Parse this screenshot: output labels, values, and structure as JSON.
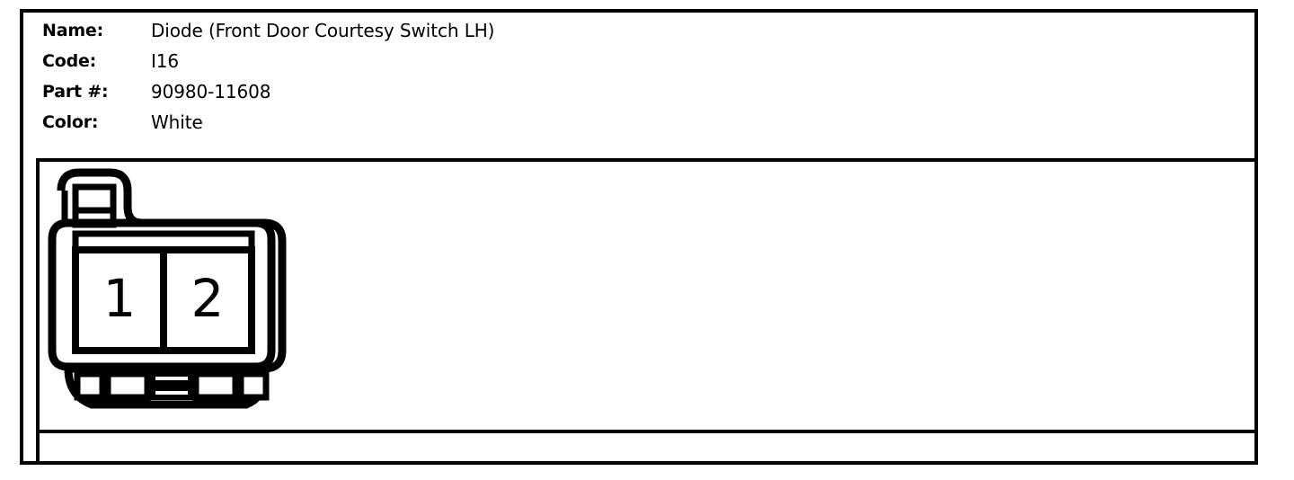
{
  "component": {
    "fields": [
      {
        "label": "Name:",
        "value": "Diode (Front Door Courtesy Switch LH)"
      },
      {
        "label": "Code:",
        "value": "I16"
      },
      {
        "label": "Part #:",
        "value": "90980-11608"
      },
      {
        "label": "Color:",
        "value": "White"
      }
    ]
  },
  "connector": {
    "title": "Diode (Front Door Courtesy Switch LH)",
    "cavity_count": 2,
    "pins": [
      {
        "number": "1"
      },
      {
        "number": "2"
      }
    ],
    "latch_position": "top-left",
    "view": "terminal-face"
  },
  "colors": {
    "line": "#000000",
    "background": "#ffffff",
    "text": "#000000"
  },
  "caption": {
    "text": ""
  }
}
